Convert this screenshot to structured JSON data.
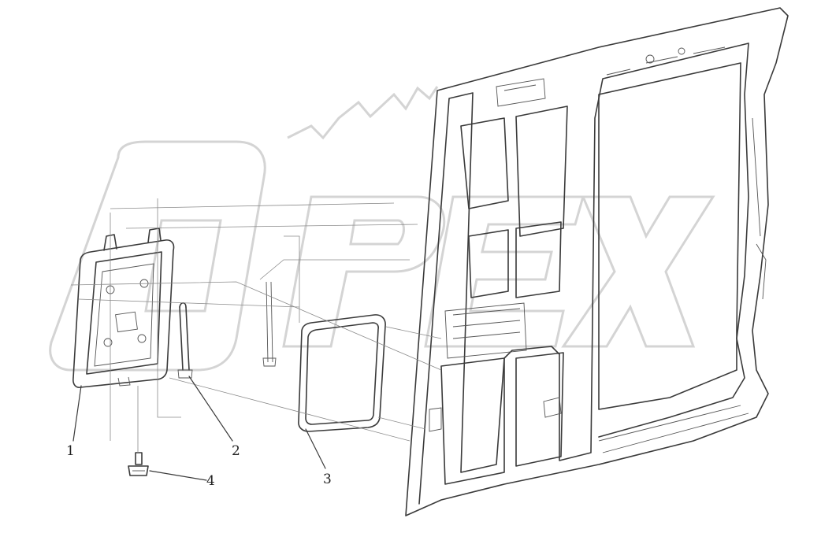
{
  "diagram": {
    "callouts": [
      {
        "id": "1",
        "label": "1"
      },
      {
        "id": "2",
        "label": "2"
      },
      {
        "id": "3",
        "label": "3"
      },
      {
        "id": "4",
        "label": "4"
      }
    ],
    "watermark": {
      "text": "OPEX"
    }
  },
  "colors": {
    "line": "#3a3a3a",
    "guide": "#8a8a8a",
    "watermark": "#d4d4d4",
    "background": "#ffffff"
  }
}
